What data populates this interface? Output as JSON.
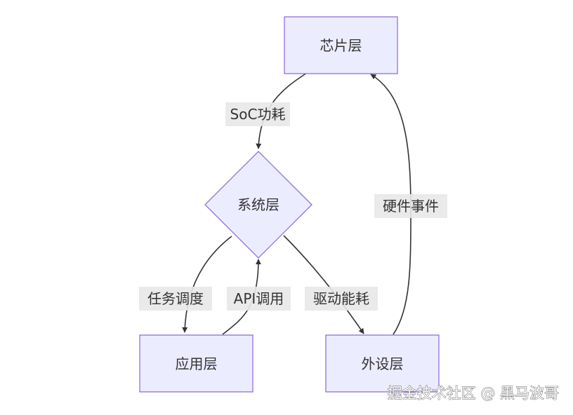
{
  "diagram": {
    "nodes": {
      "chip": "芯片层",
      "system": "系统层",
      "app": "应用层",
      "peripheral": "外设层"
    },
    "edges": {
      "soc_power": "SoC功耗",
      "task_scheduling": "任务调度",
      "api_call": "API调用",
      "driver_power": "驱动能耗",
      "hardware_event": "硬件事件"
    }
  },
  "watermark": "掘金技术社区 @ 黑马波哥",
  "colors": {
    "node_fill": "#ECECFF",
    "node_stroke": "#9370DB",
    "edge": "#333333",
    "label_bg": "#E8E8E8"
  }
}
